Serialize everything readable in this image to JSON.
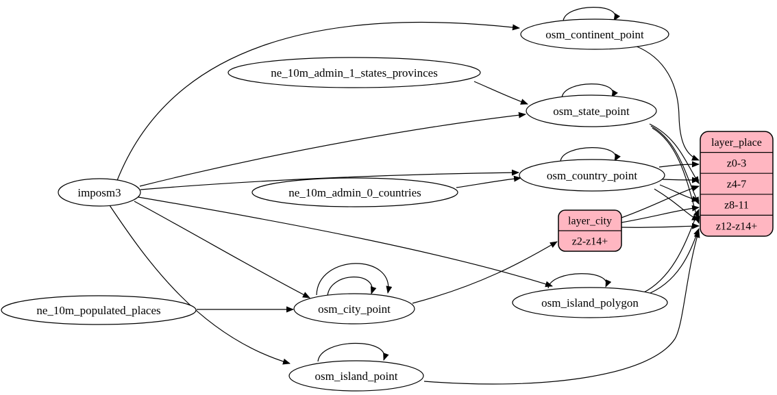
{
  "diagram": {
    "colors": {
      "background": "#ffffff",
      "edge_stroke": "#000000",
      "node_fill": "#ffffff",
      "node_stroke": "#000000",
      "record_fill": "#ffb6c1",
      "text": "#000000"
    },
    "nodes": [
      {
        "id": "imposm3",
        "type": "ellipse",
        "label": "imposm3"
      },
      {
        "id": "ne_10m_admin_1_states_provinces",
        "type": "ellipse",
        "label": "ne_10m_admin_1_states_provinces"
      },
      {
        "id": "ne_10m_admin_0_countries",
        "type": "ellipse",
        "label": "ne_10m_admin_0_countries"
      },
      {
        "id": "ne_10m_populated_places",
        "type": "ellipse",
        "label": "ne_10m_populated_places"
      },
      {
        "id": "osm_continent_point",
        "type": "ellipse",
        "label": "osm_continent_point"
      },
      {
        "id": "osm_state_point",
        "type": "ellipse",
        "label": "osm_state_point"
      },
      {
        "id": "osm_country_point",
        "type": "ellipse",
        "label": "osm_country_point"
      },
      {
        "id": "osm_city_point",
        "type": "ellipse",
        "label": "osm_city_point"
      },
      {
        "id": "osm_island_polygon",
        "type": "ellipse",
        "label": "osm_island_polygon"
      },
      {
        "id": "osm_island_point",
        "type": "ellipse",
        "label": "osm_island_point"
      },
      {
        "id": "layer_city",
        "type": "record",
        "rows": [
          "layer_city",
          "z2-z14+"
        ]
      },
      {
        "id": "layer_place",
        "type": "record",
        "rows": [
          "layer_place",
          "z0-3",
          "z4-7",
          "z8-11",
          "z12-z14+"
        ]
      }
    ],
    "edges": [
      {
        "from": "imposm3",
        "to": "osm_continent_point"
      },
      {
        "from": "imposm3",
        "to": "osm_state_point"
      },
      {
        "from": "imposm3",
        "to": "osm_country_point"
      },
      {
        "from": "imposm3",
        "to": "osm_city_point"
      },
      {
        "from": "imposm3",
        "to": "osm_island_polygon"
      },
      {
        "from": "imposm3",
        "to": "osm_island_point"
      },
      {
        "from": "ne_10m_admin_1_states_provinces",
        "to": "osm_state_point"
      },
      {
        "from": "ne_10m_admin_0_countries",
        "to": "osm_country_point"
      },
      {
        "from": "ne_10m_populated_places",
        "to": "osm_city_point"
      },
      {
        "from": "osm_continent_point",
        "to": "osm_continent_point",
        "self": true
      },
      {
        "from": "osm_state_point",
        "to": "osm_state_point",
        "self": true
      },
      {
        "from": "osm_country_point",
        "to": "osm_country_point",
        "self": true
      },
      {
        "from": "osm_city_point",
        "to": "osm_city_point",
        "self": true
      },
      {
        "from": "osm_city_point",
        "to": "osm_city_point",
        "self": true
      },
      {
        "from": "osm_island_polygon",
        "to": "osm_island_polygon",
        "self": true
      },
      {
        "from": "osm_island_point",
        "to": "osm_island_point",
        "self": true
      },
      {
        "from": "osm_city_point",
        "to": "layer_city",
        "to_port": "z2-z14+"
      },
      {
        "from": "osm_continent_point",
        "to": "layer_place",
        "to_port": "z0-3"
      },
      {
        "from": "osm_country_point",
        "to": "layer_place",
        "to_port": "z0-3"
      },
      {
        "from": "osm_country_point",
        "to": "layer_place",
        "to_port": "z4-7"
      },
      {
        "from": "osm_country_point",
        "to": "layer_place",
        "to_port": "z8-11"
      },
      {
        "from": "osm_country_point",
        "to": "layer_place",
        "to_port": "z12-z14+"
      },
      {
        "from": "osm_state_point",
        "to": "layer_place",
        "to_port": "z4-7"
      },
      {
        "from": "osm_state_point",
        "to": "layer_place",
        "to_port": "z8-11"
      },
      {
        "from": "osm_state_point",
        "to": "layer_place",
        "to_port": "z12-z14+"
      },
      {
        "from": "layer_city",
        "from_port": "z2-z14+",
        "to": "layer_place",
        "to_port": "z4-7"
      },
      {
        "from": "layer_city",
        "from_port": "z2-z14+",
        "to": "layer_place",
        "to_port": "z8-11"
      },
      {
        "from": "layer_city",
        "from_port": "z2-z14+",
        "to": "layer_place",
        "to_port": "z12-z14+"
      },
      {
        "from": "osm_island_polygon",
        "to": "layer_place",
        "to_port": "z8-11"
      },
      {
        "from": "osm_island_polygon",
        "to": "layer_place",
        "to_port": "z12-z14+"
      },
      {
        "from": "osm_island_point",
        "to": "layer_place",
        "to_port": "z12-z14+"
      }
    ]
  }
}
